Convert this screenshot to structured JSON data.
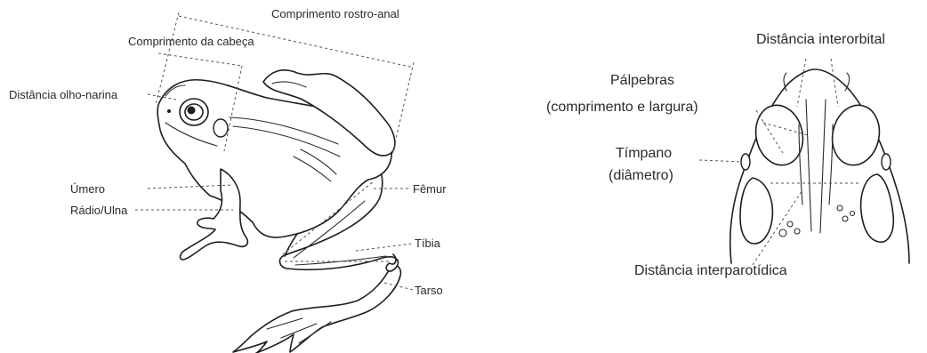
{
  "side_view": {
    "labels": {
      "snout_vent_length": "Comprimento rostro-anal",
      "head_length": "Comprimento da cabeça",
      "eye_nostril_distance": "Distância olho-narina",
      "humerus": "Úmero",
      "radius_ulna": "Rádio/Ulna",
      "femur": "Fêmur",
      "tibia": "Tíbia",
      "tarsus": "Tarso"
    }
  },
  "head_view": {
    "labels": {
      "interorbital_distance": "Distância interorbital",
      "eyelids_line1": "Pálpebras",
      "eyelids_line2": "(comprimento e largura)",
      "tympanum_line1": "Tímpano",
      "tympanum_line2": "(diâmetro)",
      "interparotoid_distance": "Distância interparotídica"
    }
  }
}
